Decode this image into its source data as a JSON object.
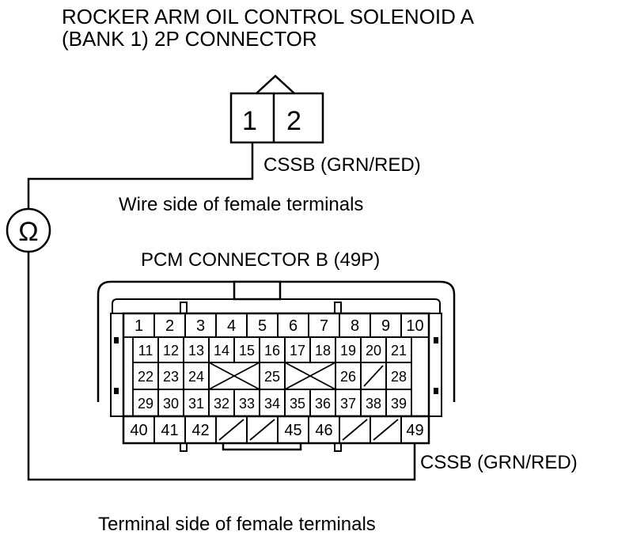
{
  "title_line1": "ROCKER ARM OIL CONTROL SOLENOID A",
  "title_line2": "(BANK 1) 2P CONNECTOR",
  "connector_2p": {
    "terminals": [
      "1",
      "2"
    ]
  },
  "wire_label_top": "CSSB (GRN/RED)",
  "view_label_top": "Wire side of female terminals",
  "ohmmeter_symbol": "Ω",
  "pcm_title": "PCM CONNECTOR B (49P)",
  "pcm_rows": [
    [
      "1",
      "2",
      "3",
      "4",
      "5",
      "6",
      "7",
      "8",
      "9",
      "10"
    ],
    [
      "11",
      "12",
      "13",
      "14",
      "15",
      "16",
      "17",
      "18",
      "19",
      "20",
      "21"
    ],
    [
      "22",
      "23",
      "24",
      "25",
      "26",
      "28"
    ],
    [
      "29",
      "30",
      "31",
      "32",
      "33",
      "34",
      "35",
      "36",
      "37",
      "38",
      "39"
    ],
    [
      "40",
      "41",
      "42",
      "45",
      "46",
      "49"
    ]
  ],
  "wire_label_bottom": "CSSB (GRN/RED)",
  "view_label_bottom": "Terminal side of female terminals"
}
